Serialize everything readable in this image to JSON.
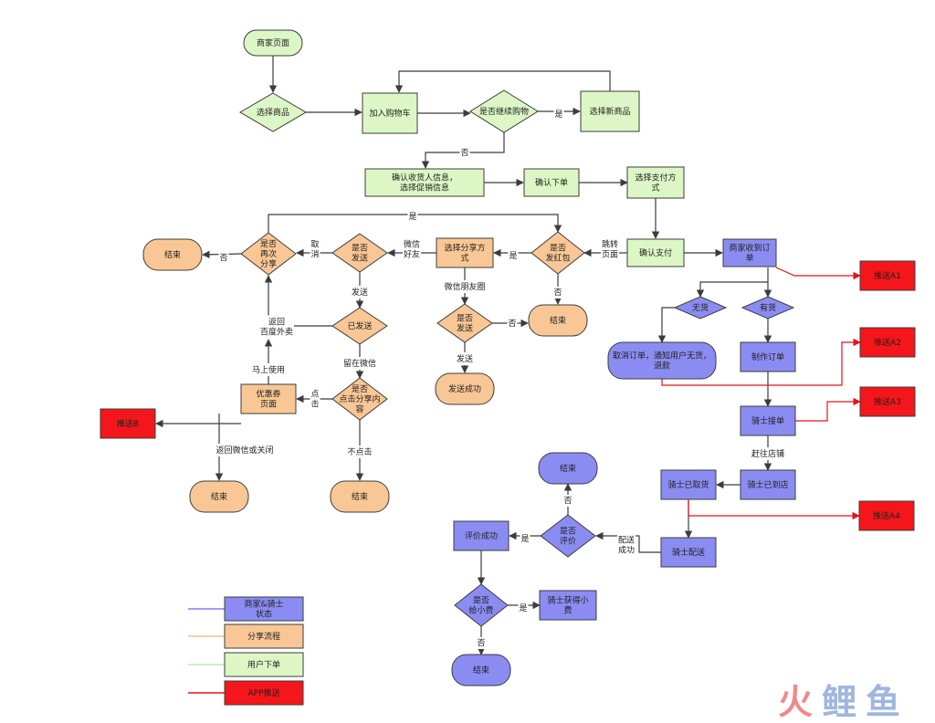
{
  "colors": {
    "green_fill": "#dcf7c5",
    "orange_fill": "#f9c795",
    "purple_fill": "#8b8cf2",
    "red_fill": "#f4161a",
    "stroke": "#3c3c3c",
    "red_line": "#e0141a",
    "legend_purple_line": "#7f7ff0",
    "legend_orange_line": "#f6c08e",
    "legend_green_line": "#b8efad",
    "watermark_red": "#f08a8a",
    "watermark_blue": "#9fb6de"
  },
  "nodes": {
    "merchant_page": "商家页面",
    "select_goods": "选择商品",
    "add_cart": "加入购物车",
    "continue_shop": "是否继续购物",
    "select_new": "选择新商品",
    "confirm_info": "确认收货人信息，\n选择促销信息",
    "confirm_order": "确认下单",
    "pay_method": "选择支付方\n式",
    "confirm_pay": "确认支付",
    "merchant_recv": "商家收到订\n单",
    "push_a1": "推送A1",
    "no_stock": "无货",
    "has_stock": "有货",
    "cancel_order": "取消订单，通知用户无货，\n退款",
    "make_order": "制作订单",
    "push_a2": "推送A2",
    "rider_accept": "骑士接单",
    "push_a3": "推送A3",
    "rider_arrived": "骑士已到店",
    "rider_picked": "骑士已取货",
    "push_a4": "推送A4",
    "rider_deliver": "骑士配送",
    "rate_q": "是否\n评价",
    "end_rate": "结束",
    "rate_ok": "评价成功",
    "tip_q": "是否\n给小费",
    "rider_tip": "骑士获得小\n费",
    "end_tip": "结束",
    "send_red": "是否\n发红包",
    "end_red": "结束",
    "share_way": "选择分享方\n式",
    "send_q1": "是否\n发送",
    "send_ok": "发送成功",
    "send_q2": "是否\n发送",
    "share_again": "是否\n再次\n分享",
    "end_share": "结束",
    "sent": "已发送",
    "click_share": "是否\n点击分享内\n容",
    "coupon_page": "优惠券\n页面",
    "push_b": "推送B",
    "end_coupon": "结束",
    "end_noclick": "结束"
  },
  "edge_labels": {
    "yes1": "是",
    "no1": "否",
    "yes_top": "是",
    "jump_page": "跳转\n页面",
    "yes2": "是",
    "no2": "否",
    "wechat_moments": "微信朋友圈",
    "no3": "否",
    "send1": "发送",
    "wechat_friend": "微信\n好友",
    "cancel": "取\n消",
    "no4": "否",
    "send2": "发送",
    "back_other": "返回\n百度外卖",
    "stay_wechat": "留在微信",
    "click": "点\n击",
    "use_now": "马上使用",
    "back_close": "返回微信或关闭",
    "no_click": "不点击",
    "to_store": "赶往店铺",
    "deliver_ok": "配送\n成功",
    "no5": "否",
    "yes3": "是",
    "yes4": "是",
    "no6": "否"
  },
  "legend": [
    {
      "label": "商家&骑士\n状态"
    },
    {
      "label": "分享流程"
    },
    {
      "label": "用户下单"
    },
    {
      "label": "APP推送"
    }
  ],
  "watermark": {
    "char1": "火",
    "char2": "鲤",
    "char3": "鱼"
  }
}
